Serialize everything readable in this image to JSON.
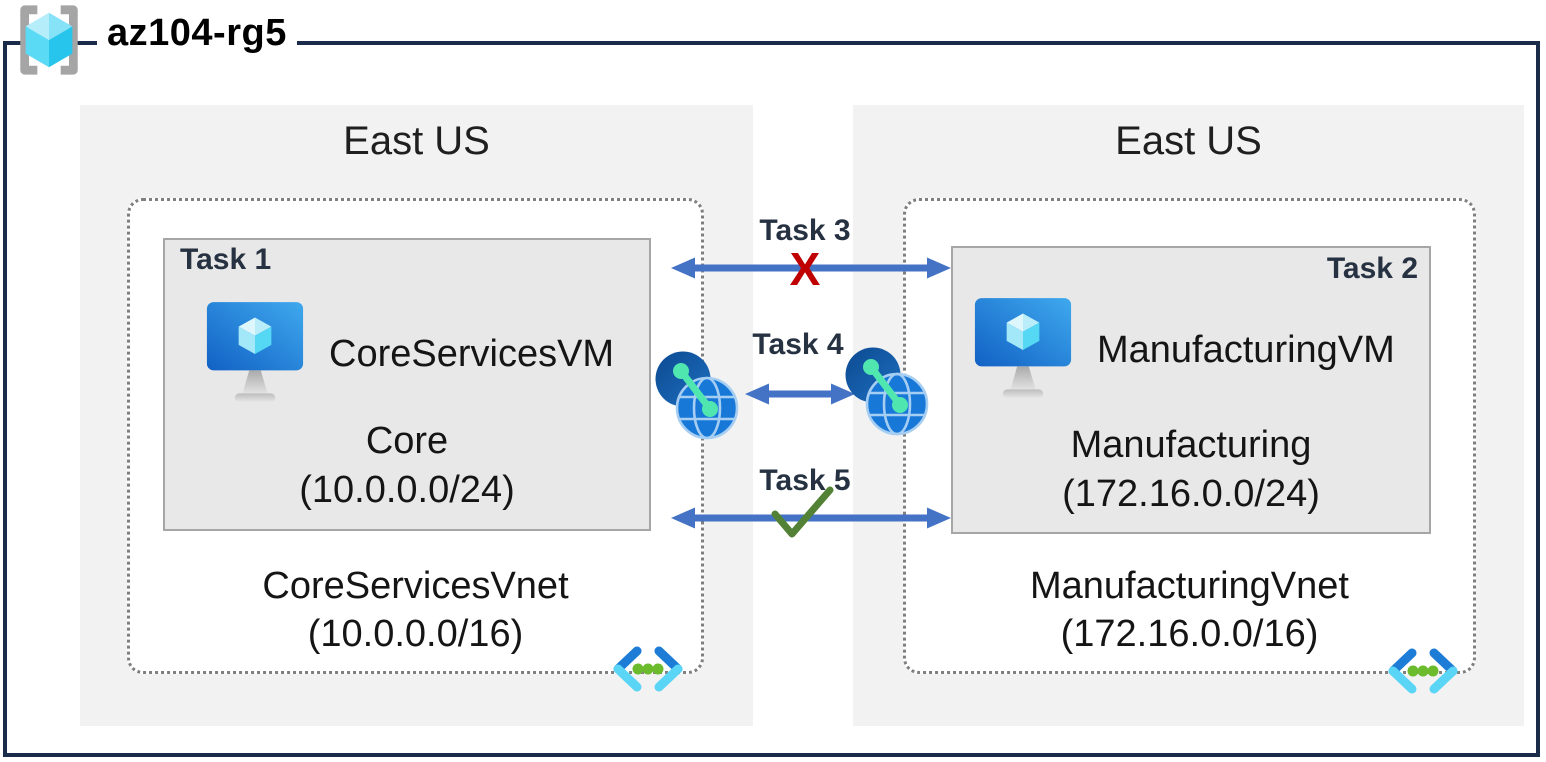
{
  "title": "az104-rg5",
  "regions": {
    "left": {
      "location": "East US",
      "task_label": "Task 1",
      "vm_name": "CoreServicesVM",
      "subnet_name": "Core",
      "subnet_cidr": "(10.0.0.0/24)",
      "vnet_name": "CoreServicesVnet",
      "vnet_cidr": "(10.0.0.0/16)"
    },
    "right": {
      "location": "East US",
      "task_label": "Task 2",
      "vm_name": "ManufacturingVM",
      "subnet_name": "Manufacturing",
      "subnet_cidr": "(172.16.0.0/24)",
      "vnet_name": "ManufacturingVnet",
      "vnet_cidr": "(172.16.0.0/16)"
    }
  },
  "connections": [
    {
      "label": "Task 3",
      "status": "blocked",
      "glyph": "X"
    },
    {
      "label": "Task 4",
      "status": "peering",
      "glyph": ""
    },
    {
      "label": "Task 5",
      "status": "allowed",
      "glyph": "✓"
    }
  ],
  "colors": {
    "navy": "#1b2b4a",
    "arrow": "#4472c4",
    "red": "#c00000",
    "green": "#538135",
    "panel": "#f2f2f2",
    "box": "#e9e8e8",
    "boxborder": "#a6a6a6",
    "dotted": "#7f7f7f",
    "task": "#263241",
    "azure-blue": "#1878d8",
    "azure-dark-blue": "#0c4a91",
    "cube-cyan": "#55d8f4",
    "mint-green": "#50e6b0",
    "dot-green": "#6cbb2d"
  }
}
